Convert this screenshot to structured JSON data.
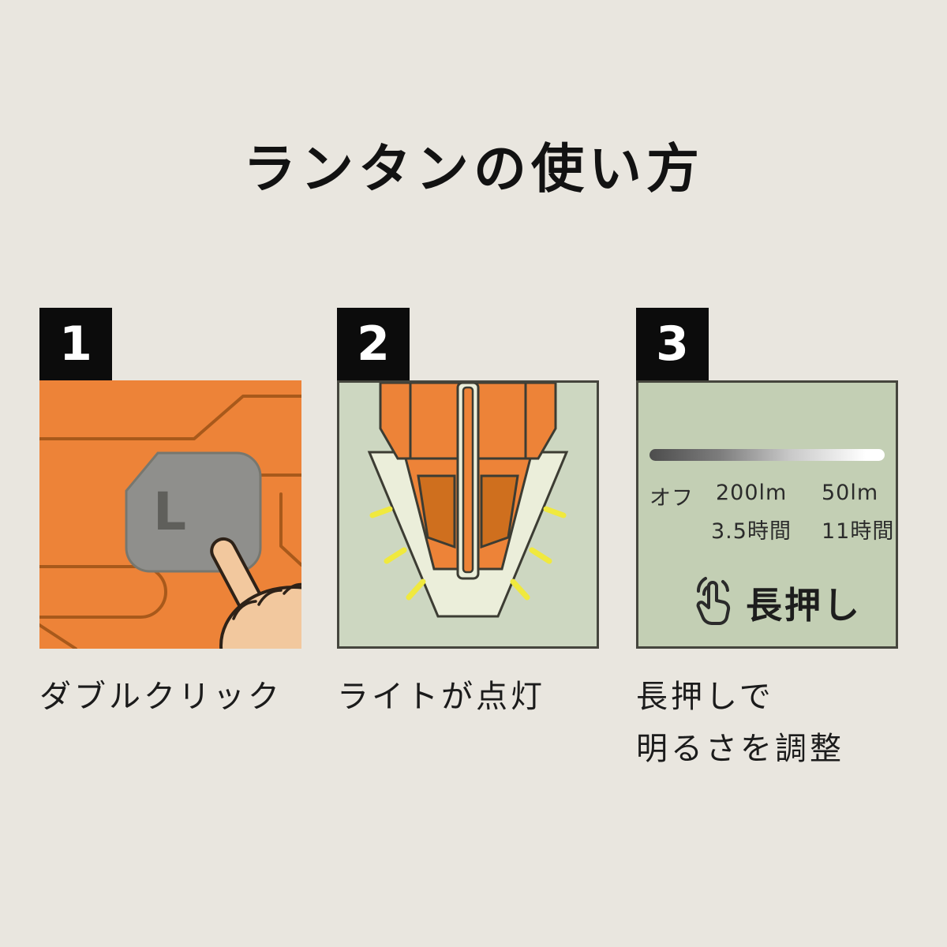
{
  "page": {
    "title": "ランタンの使い方",
    "background": "#e9e6df"
  },
  "steps": [
    {
      "number": "1",
      "caption": "ダブルクリック"
    },
    {
      "number": "2",
      "caption": "ライトが点灯"
    },
    {
      "number": "3",
      "caption_line1": "長押しで",
      "caption_line2": "明るさを調整"
    }
  ],
  "lantern_button": {
    "label": "L"
  },
  "brightness_panel": {
    "modes": {
      "off": "オフ",
      "high": "200lm",
      "low": "50lm"
    },
    "runtimes": {
      "high": "3.5時間",
      "low": "11時間"
    },
    "action_label": "長押し"
  },
  "colors": {
    "accent_orange": "#ed8338",
    "panel_green": "#cdd7c1",
    "panel_green_dark": "#c3cfb4",
    "ray_yellow": "#f0e93e",
    "badge_black": "#0c0c0c"
  }
}
